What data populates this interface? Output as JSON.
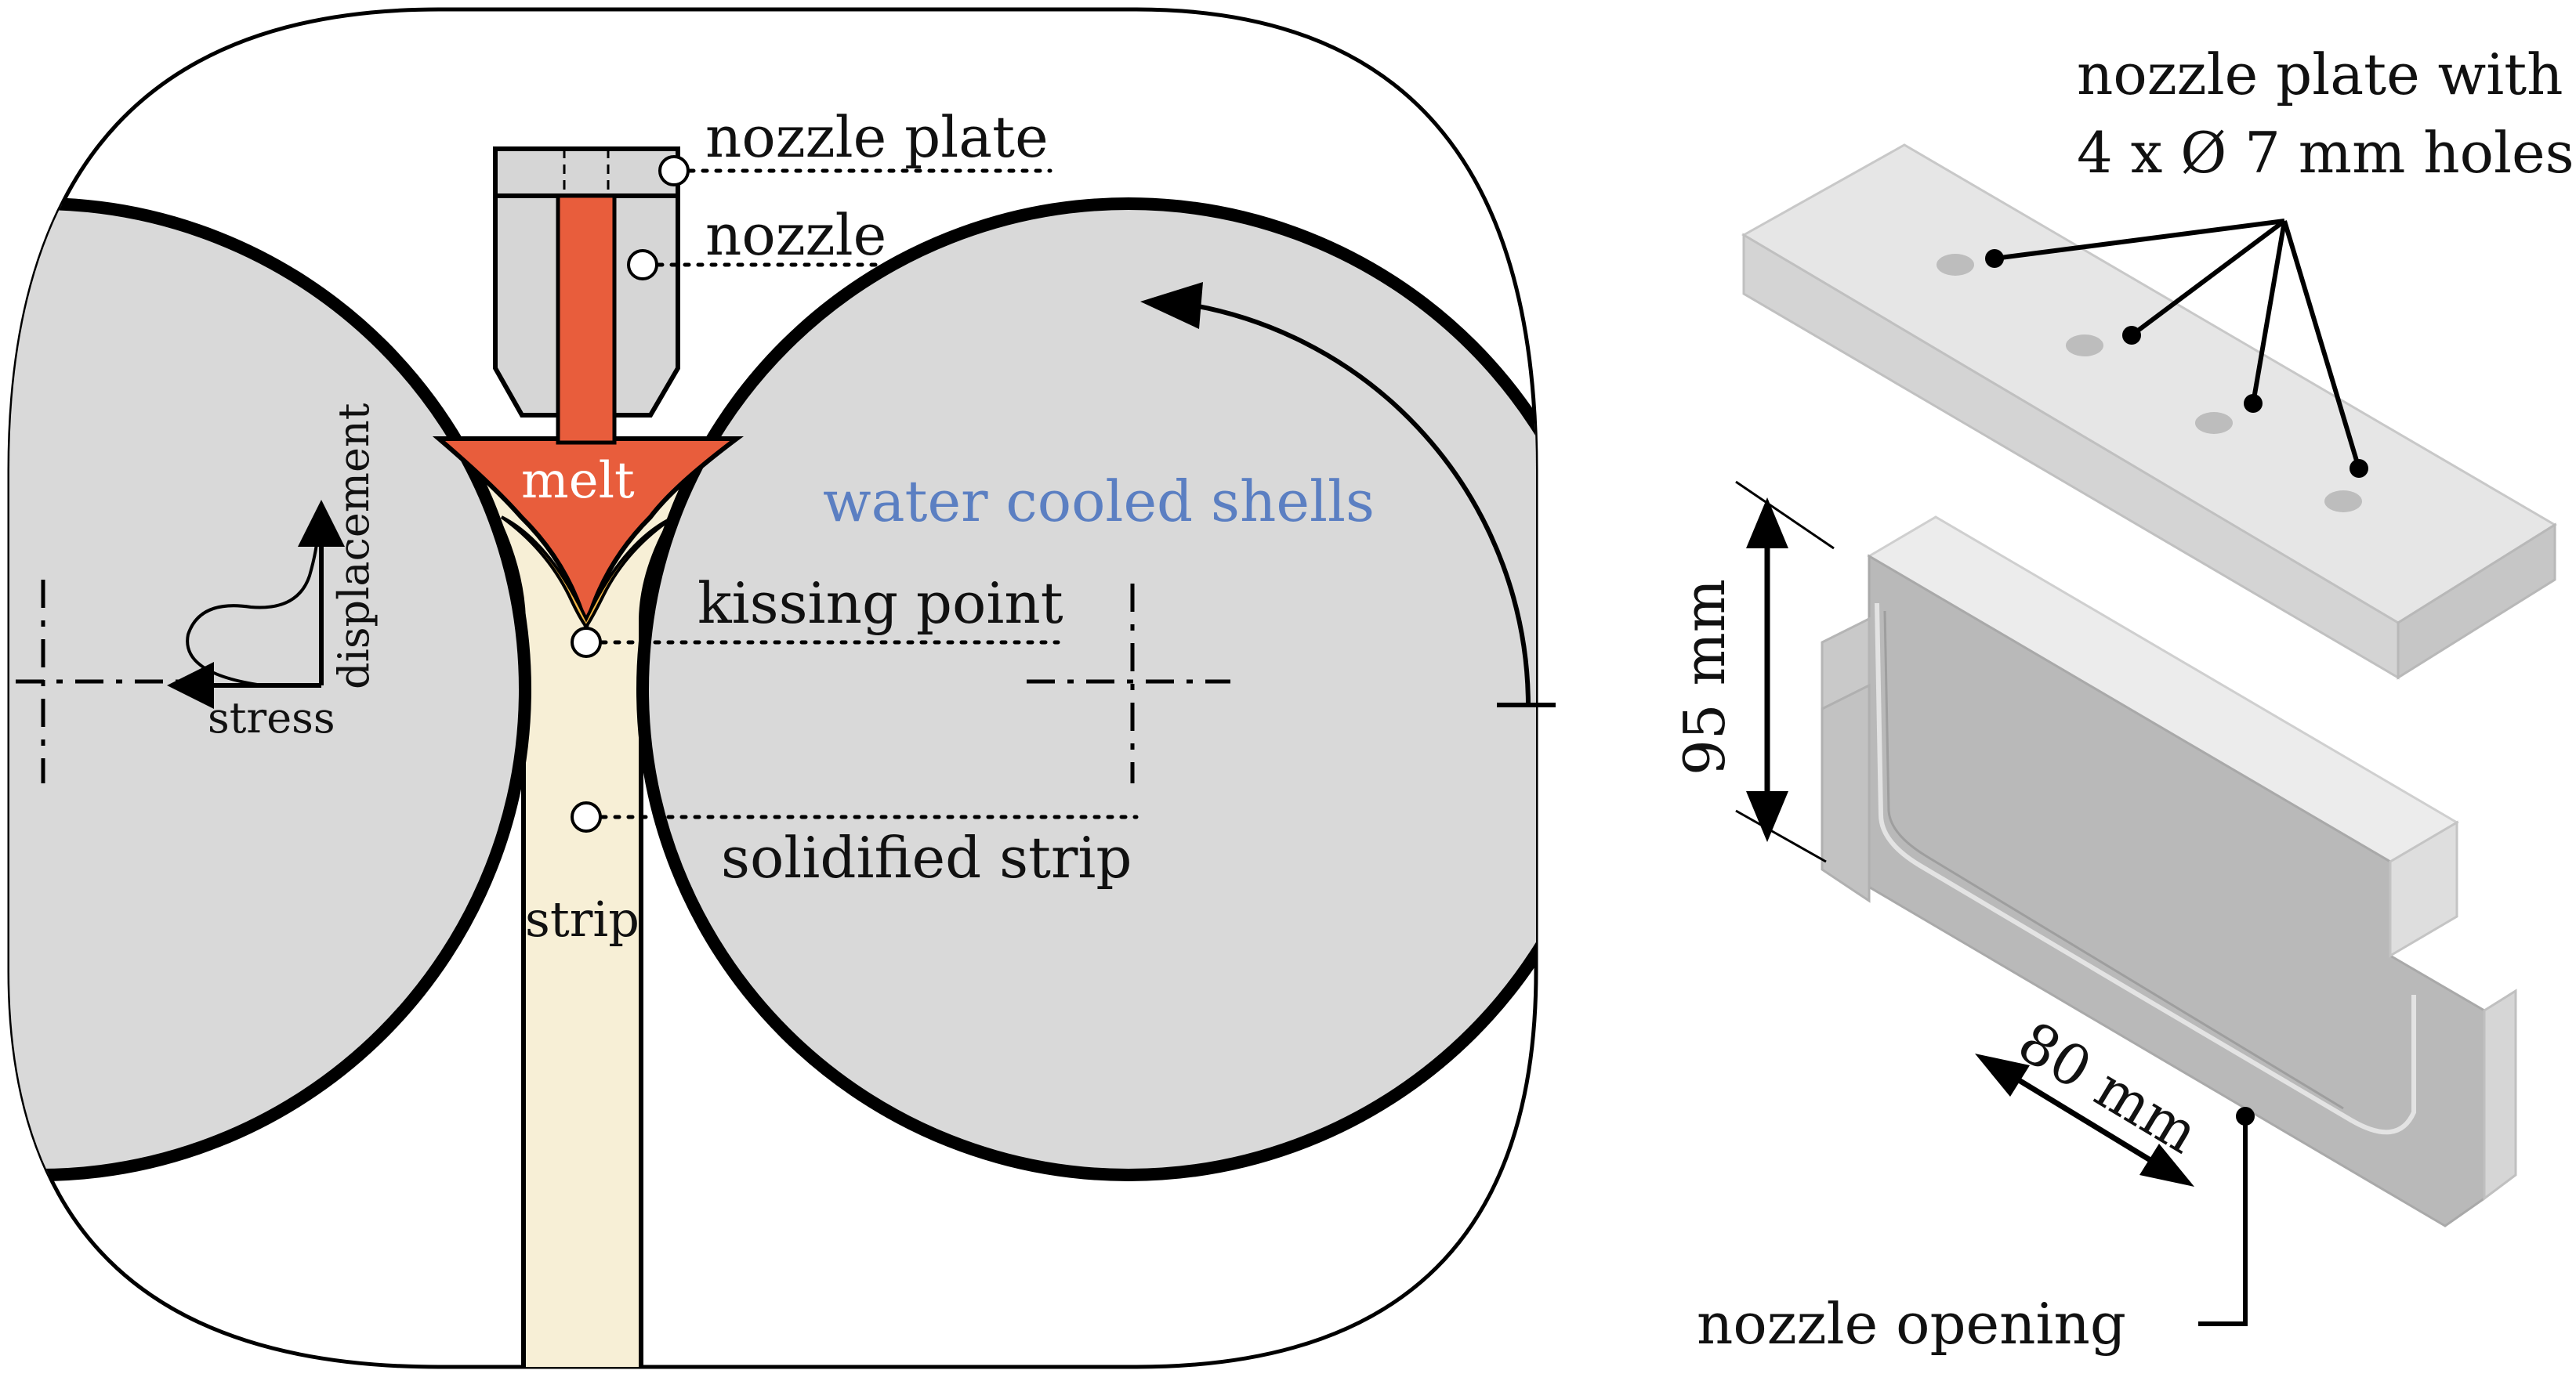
{
  "colors": {
    "roll_fill": "#d9d9d9",
    "melt": "#e85d3c",
    "strip": "#f7efd6",
    "mushy": "#f2b542",
    "nozzle_gray": "#d6d6d6",
    "blue_text": "#5b7fc2",
    "outline": "#000000"
  },
  "left_diagram": {
    "labels": {
      "nozzle_plate": "nozzle plate",
      "nozzle": "nozzle",
      "melt": "melt",
      "water_cooled_shells": "water cooled shells",
      "kissing_point": "kissing point",
      "solidified_strip": "solidified strip",
      "strip": "strip",
      "displacement": "displacement",
      "stress": "stress"
    }
  },
  "right_diagram": {
    "labels": {
      "nozzle_plate_line1": "nozzle plate with",
      "nozzle_plate_line2": "4 x Ø 7 mm holes",
      "height_dim": "95 mm",
      "width_dim": "80 mm",
      "nozzle_opening": "nozzle opening"
    }
  }
}
